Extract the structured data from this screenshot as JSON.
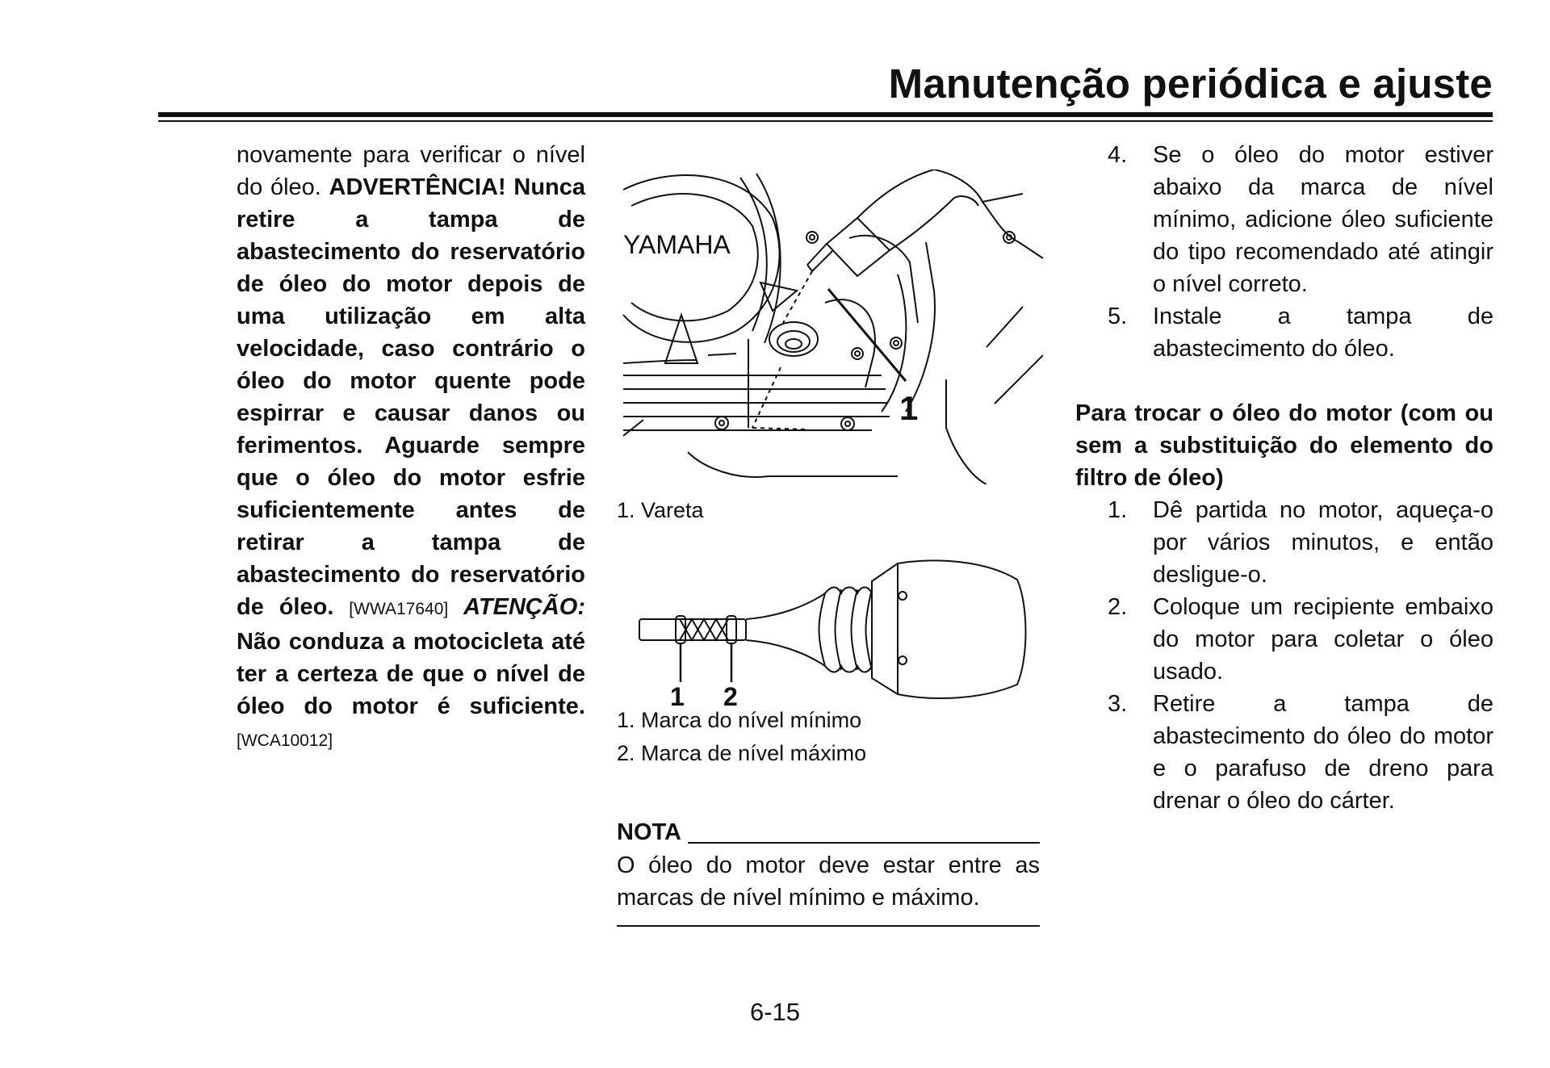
{
  "header": {
    "title": "Manutenção periódica e ajuste"
  },
  "left_column": {
    "line1": "novamente para verificar o nível do óleo.",
    "warning_label": "ADVERTÊNCIA!",
    "warning_text": "Nunca retire a tampa de abastecimento do reservatório de óleo do motor depois de uma utilização em alta velocidade, caso contrário o óleo do motor quente pode espirrar e causar danos ou ferimentos. Aguarde sempre que o óleo do motor esfrie suficientemente antes de retirar a tampa de abastecimento do reservatório de óleo.",
    "warning_code": "[WWA17640]",
    "caution_label": "ATENÇÃO:",
    "caution_text": "Não conduza a motocicleta até ter a certeza de que o nível de óleo do motor é suficiente.",
    "caution_code": "[WCA10012]"
  },
  "figure1": {
    "brand_text": "YAMAHA",
    "callout": "1",
    "caption": "1. Vareta"
  },
  "figure2": {
    "callout_1": "1",
    "callout_2": "2",
    "caption_1": "1. Marca do nível mínimo",
    "caption_2": "2. Marca de nível máximo"
  },
  "note": {
    "title": "NOTA",
    "text": "O óleo do motor deve estar entre as marcas de nível mínimo e máximo."
  },
  "right_column": {
    "items_a": [
      {
        "num": "4.",
        "text": "Se o óleo do motor estiver abaixo da marca de nível mínimo, adicione óleo suficiente do tipo recomendado até atingir o nível correto."
      },
      {
        "num": "5.",
        "text": "Instale a tampa de abastecimento do óleo."
      }
    ],
    "section_heading": "Para trocar o óleo do motor (com ou sem a substituição do elemento do filtro de óleo)",
    "items_b": [
      {
        "num": "1.",
        "text": "Dê partida no motor, aqueça-o por vários minutos, e então desligue-o."
      },
      {
        "num": "2.",
        "text": "Coloque um recipiente embaixo do motor para coletar o óleo usado."
      },
      {
        "num": "3.",
        "text": "Retire a tampa de abastecimento do óleo do motor e o parafuso de dreno para drenar o óleo do cárter."
      }
    ]
  },
  "page_number": "6-15"
}
